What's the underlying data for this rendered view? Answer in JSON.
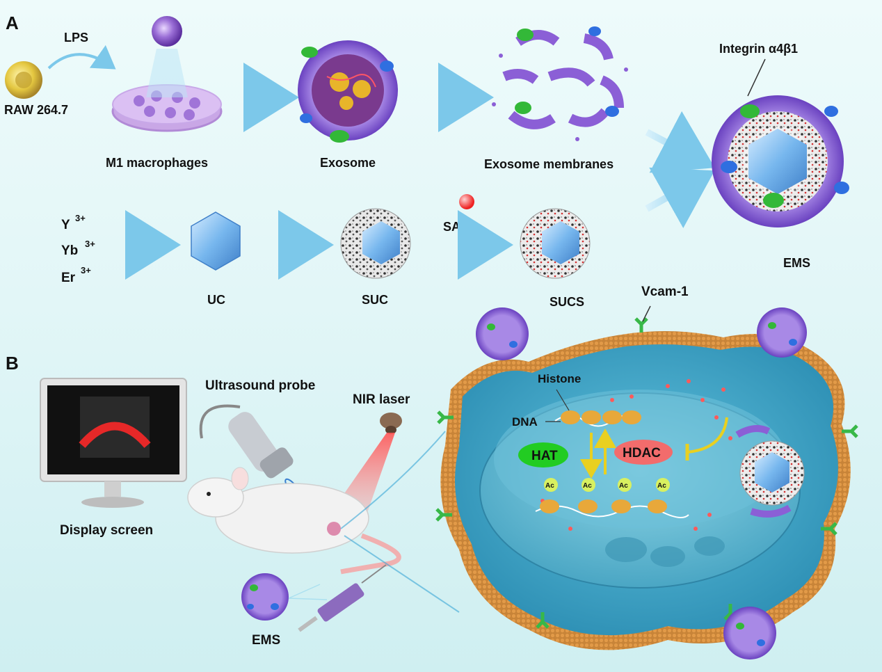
{
  "panels": {
    "a": "A",
    "b": "B"
  },
  "panel_a": {
    "raw_cell": "RAW 264.7",
    "lps": "LPS",
    "m1": "M1 macrophages",
    "exosome": "Exosome",
    "membranes": "Exosome membranes",
    "integrin": "Integrin α4β1",
    "ems": "EMS",
    "ions": {
      "y": "Y",
      "yb": "Yb",
      "er": "Er",
      "charge": "3+"
    },
    "uc": "UC",
    "suc": "SUC",
    "saha": "SAHA",
    "sucs": "SUCS"
  },
  "panel_b": {
    "vcam": "Vcam-1",
    "display": "Display screen",
    "probe": "Ultrasound probe",
    "laser": "NIR laser",
    "histone": "Histone",
    "dna": "DNA",
    "hat": "HAT",
    "hdac": "HDAC",
    "ac": "Ac",
    "ems": "EMS"
  },
  "colors": {
    "arrow": "#8fd3ee",
    "membrane": "#8b5fd6",
    "core": "#6fb8ee",
    "hat": "#22cc22",
    "hdac": "#f26c6c",
    "cell_shell": "#d9822e",
    "nucleus": "#4aa6c4"
  }
}
